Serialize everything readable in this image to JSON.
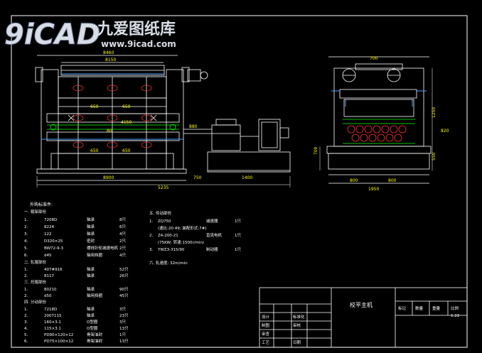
{
  "logo": {
    "mark": "9iCAD",
    "cn": "九爱图纸库",
    "url": "www.9icad.com"
  },
  "front_view": {
    "dims_top": [
      "8460",
      "8150"
    ],
    "dims_mid": [
      "650",
      "650",
      "4150",
      "650",
      "650"
    ],
    "dims_bottom": [
      "8900",
      "750",
      "1400"
    ],
    "dim_overall": "5235",
    "dim_side": "880",
    "dim_center": "80"
  },
  "side_view": {
    "dim_top": "700",
    "dim_right_1": "1250",
    "dim_right_2": "550",
    "dim_left": "700",
    "dim_bottom_a": "800",
    "dim_bottom_b": "800",
    "dim_bottom_overall": "1950",
    "dim_rail": "820"
  },
  "parts_left": {
    "heading": "外购标准件:",
    "groups": [
      {
        "title": "一. 辊架部份",
        "rows": [
          [
            "1.",
            "7208D",
            "轴承",
            "8只"
          ],
          [
            "2.",
            "8224",
            "轴承",
            "6只"
          ],
          [
            "3.",
            "122",
            "轴承",
            "4只"
          ],
          [
            "4.",
            "D320×25",
            "密封",
            "2只"
          ],
          [
            "5.",
            "BW72-9-3",
            "摆线针轮减速电机",
            "2只"
          ],
          [
            "6.",
            "d45",
            "轴用挡圈",
            "4只"
          ]
        ]
      },
      {
        "title": "二. 轧辊部份",
        "rows": [
          [
            "1.",
            "407#916",
            "轴承",
            "52只"
          ],
          [
            "2.",
            "8117",
            "轴承",
            "26只"
          ]
        ]
      },
      {
        "title": "三. 托辊部份",
        "rows": [
          [
            "1.",
            "80210",
            "轴承",
            "90只"
          ],
          [
            "2.",
            "d50",
            "轴用挡圈",
            "45只"
          ]
        ]
      },
      {
        "title": "四. 分动部份",
        "rows": [
          [
            "1.",
            "7218D",
            "轴承",
            "3只"
          ],
          [
            "2.",
            "2007115",
            "轴承",
            "23只"
          ],
          [
            "3.",
            "160×3.1",
            "O型圈",
            "3只"
          ],
          [
            "4.",
            "115×3.1",
            "O型圈",
            "13只"
          ],
          [
            "5.",
            "PD90×120×12",
            "骨架油封",
            "1只"
          ],
          [
            "6.",
            "PD75×100×12",
            "骨架油封",
            "13只"
          ]
        ]
      }
    ]
  },
  "parts_right": {
    "group5_title": "五. 传动部份",
    "rows": [
      [
        "1.",
        "ZQ750",
        "减速器",
        "1只"
      ],
      [
        "",
        "(速比:20.49; 装配形式:7#)",
        "",
        ""
      ],
      [
        "2.",
        "Z4-200-21",
        "直流电机",
        "1只"
      ],
      [
        "",
        "(75KW; 转速:1500r/min)",
        "",
        ""
      ],
      [
        "3.",
        "YWZ3-315/90",
        "制动器",
        "1只"
      ]
    ],
    "note": "六. 轧速度: 32m/min"
  },
  "title_block": {
    "drawing_name": "校平主机",
    "header_cells": [
      "标记",
      "数量",
      "重量",
      "比例"
    ],
    "scale": "1:22",
    "left_labels": [
      "设计",
      "标准化",
      "制图",
      "审核",
      "审查",
      "工艺",
      "日期"
    ]
  },
  "colors": {
    "background": "#000000",
    "line": "#ffffff",
    "dimension": "#ffff00",
    "rollers": "#00ff00",
    "accent_red": "#ff3030",
    "accent_blue": "#4aa0ff",
    "accent_cyan": "#00ffff"
  }
}
